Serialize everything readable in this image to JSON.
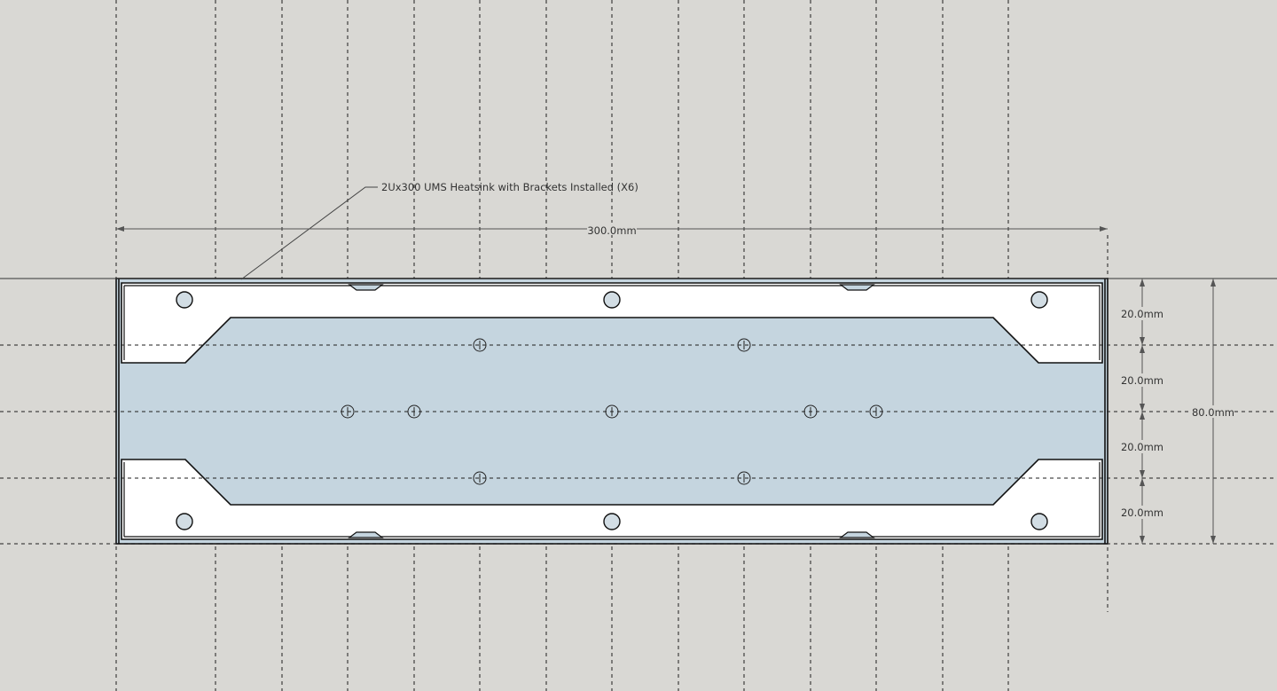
{
  "drawing": {
    "callout_label": "2Ux300 UMS Heatsink with Brackets Installed (X6)",
    "dimensions": {
      "width": "300.0mm",
      "segment_1": "20.0mm",
      "segment_2": "20.0mm",
      "segment_3": "20.0mm",
      "segment_4": "20.0mm",
      "height": "80.0mm"
    },
    "colors": {
      "background": "#d9d8d4",
      "plate_fill": "#c5d5df",
      "bracket_fill": "#ffffff",
      "outline": "#111111",
      "guide_line": "#1e1e1e"
    }
  }
}
